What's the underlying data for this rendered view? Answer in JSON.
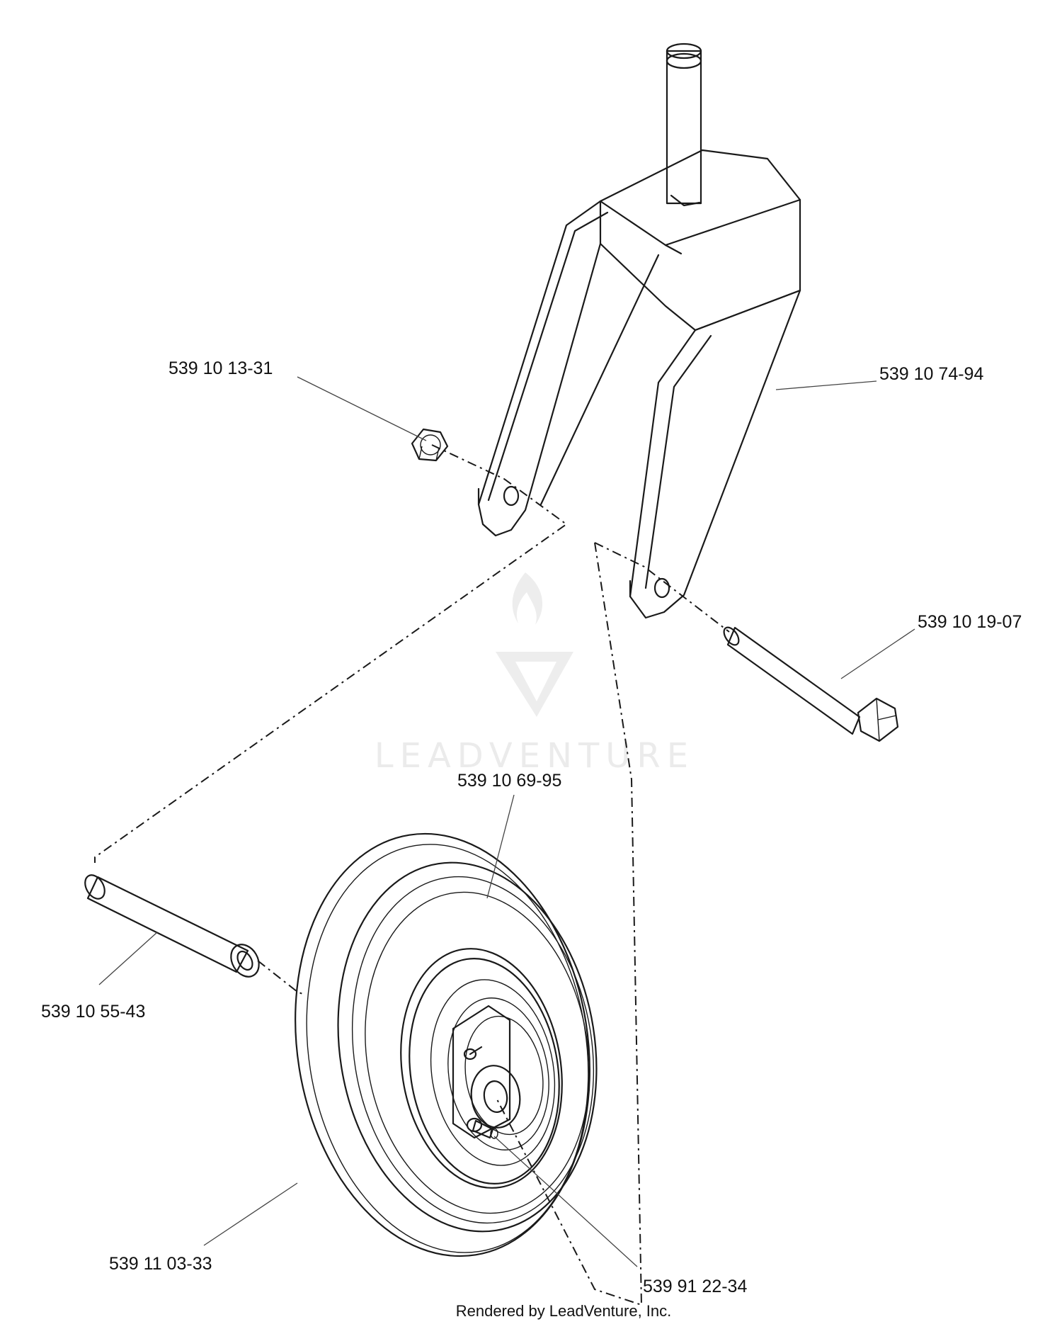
{
  "parts": [
    {
      "id": "nut",
      "part_number": "539 10 13-31"
    },
    {
      "id": "fork",
      "part_number": "539 10 74-94"
    },
    {
      "id": "bolt",
      "part_number": "539 10 19-07"
    },
    {
      "id": "tire",
      "part_number": "539 10 69-95"
    },
    {
      "id": "spacer",
      "part_number": "539 10 55-43"
    },
    {
      "id": "wheel",
      "part_number": "539 11 03-33"
    },
    {
      "id": "grease-fitting",
      "part_number": "539 91 22-34"
    }
  ],
  "watermark": {
    "text": "LEADVENTURE"
  },
  "footer": {
    "text": "Rendered by LeadVenture, Inc."
  }
}
